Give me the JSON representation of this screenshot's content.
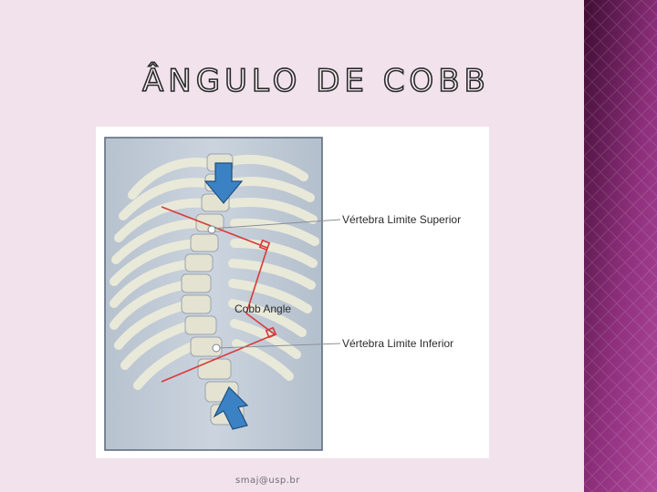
{
  "slide": {
    "title": "ÂNGULO DE COBB",
    "footer_email": "smaj@usp.br"
  },
  "figure": {
    "labels": {
      "upper": "Vértebra Limite Superior",
      "angle": "Cobb Angle",
      "lower": "Vértebra Limite Inferior"
    },
    "colors": {
      "angle_lines": "#d83a3a",
      "arrows": "#3b82c4",
      "bone": "#e6e6d4",
      "xray_background": "#c3cdd9"
    }
  },
  "theme": {
    "background": "#f1e2ec",
    "side_band_dark": "#3f0d33",
    "side_band_light": "#b14a9c"
  }
}
